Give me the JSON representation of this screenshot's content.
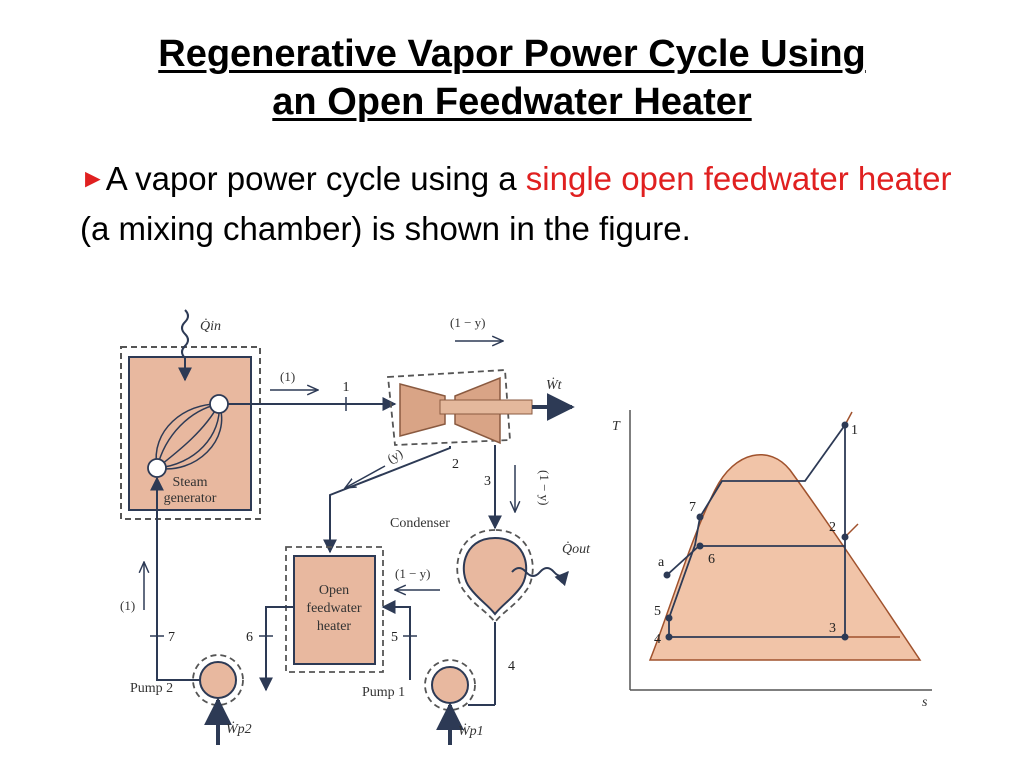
{
  "title": {
    "line1": "Regenerative Vapor Power Cycle Using",
    "line2": "an Open Feedwater Heater"
  },
  "bullet": {
    "marker": "►",
    "text_before": "A vapor power cycle using a ",
    "highlight": "single open feedwater heater",
    "text_after": " (a mixing chamber) is shown in the figure.",
    "highlight_color": "#e02020"
  },
  "schematic": {
    "q_in": "Q̇in",
    "steam_generator": [
      "Steam",
      "generator"
    ],
    "condenser": "Condenser",
    "q_out": "Q̇out",
    "w_t": "Ẇt",
    "heater": [
      "Open",
      "feedwater",
      "heater"
    ],
    "pump1": "Pump 1",
    "pump2": "Pump 2",
    "w_p1": "Ẇp1",
    "w_p2": "Ẇp2",
    "flow_one_top": "(1)",
    "flow_one_left": "(1)",
    "flow_1my_top": "(1 − y)",
    "flow_1my_heater": "(1 − y)",
    "flow_1my_vertical": "(1 − y)",
    "flow_y": "(y)",
    "states": [
      "1",
      "2",
      "3",
      "4",
      "5",
      "6",
      "7"
    ]
  },
  "ts_diagram": {
    "axis_t": "T",
    "axis_s": "s",
    "points": [
      "1",
      "2",
      "3",
      "4",
      "5",
      "6",
      "7",
      "a"
    ]
  },
  "colors": {
    "fill": "#e8b89f",
    "stroke": "#2d3a55",
    "line": "#2d3a55",
    "accent": "#e02020"
  }
}
